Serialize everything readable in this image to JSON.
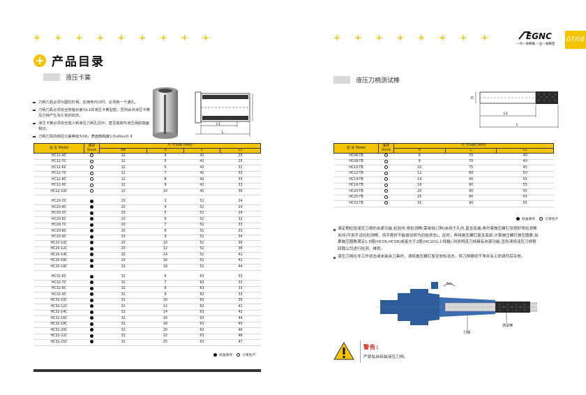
{
  "left": {
    "plus_marks": "+ + + + + + + + +",
    "title": "产品目录",
    "section": "液压卡簧",
    "notes": [
      "刀柄刀具必须为圆柱形柄，在使用内冷时，必须有一个通孔。",
      "刀柄刀具必须完全按轴长度为L1的液压卡簧型腔，否则会对液压卡簧及刀柄产生永久性的损伤。",
      "液压卡簧必须完全插入到液压刀柄孔径中，直至底端与液压柄前端面相切。",
      "刀柄刀具的柄径公差等级为h6，表面粗糙度1.6≤Ra≤0.4"
    ],
    "table": {
      "h_model": "型 号 Model",
      "h_stock": "库存 Stock",
      "h_size": "尺 寸Size (mm)",
      "subs": [
        "dw",
        "d",
        "L",
        "L1"
      ],
      "groups": [
        [
          [
            "HC12-4C",
            "o",
            "12",
            "4",
            "42",
            "25"
          ],
          [
            "HC12-5C",
            "o",
            "12",
            "5",
            "42",
            "25"
          ],
          [
            "HC12-6C",
            "o",
            "12",
            "6",
            "42",
            "32"
          ],
          [
            "HC12-7C",
            "o",
            "12",
            "7",
            "42",
            "33"
          ],
          [
            "HC12-8C",
            "o",
            "12",
            "8",
            "42",
            "33"
          ],
          [
            "HC12-9C",
            "o",
            "12",
            "9",
            "42",
            "33"
          ],
          [
            "HC12-10C",
            "o",
            "12",
            "10",
            "42",
            "36"
          ]
        ],
        [
          [
            "HC20-3C",
            "f",
            "20",
            "3",
            "52",
            "24"
          ],
          [
            "HC20-4C",
            "f",
            "20",
            "4",
            "52",
            "24"
          ],
          [
            "HC20-5C",
            "f",
            "20",
            "5",
            "52",
            "24"
          ],
          [
            "HC20-6C",
            "f",
            "20",
            "6",
            "52",
            "32"
          ],
          [
            "HC20-7C",
            "f",
            "20",
            "7",
            "52",
            "33"
          ],
          [
            "HC20-8C",
            "f",
            "20",
            "8",
            "52",
            "33"
          ],
          [
            "HC20-9C",
            "f",
            "20",
            "9",
            "52",
            "34"
          ],
          [
            "HC20-10C",
            "f",
            "20",
            "10",
            "52",
            "36"
          ],
          [
            "HC20-12C",
            "f",
            "20",
            "12",
            "52",
            "36"
          ],
          [
            "HC20-14C",
            "f",
            "20",
            "14",
            "52",
            "41"
          ],
          [
            "HC20-16C",
            "f",
            "20",
            "16",
            "52",
            "41"
          ],
          [
            "HC20-18C",
            "f",
            "20",
            "18",
            "52",
            "44"
          ]
        ],
        [
          [
            "HC32-6C",
            "f",
            "32",
            "6",
            "63",
            "33"
          ],
          [
            "HC32-7C",
            "f",
            "32",
            "7",
            "63",
            "33"
          ],
          [
            "HC32-8C",
            "f",
            "32",
            "8",
            "63",
            "33"
          ],
          [
            "HC32-9C",
            "f",
            "32",
            "9",
            "63",
            "33"
          ],
          [
            "HC32-10C",
            "f",
            "32",
            "10",
            "63",
            "36"
          ],
          [
            "HC32-12C",
            "f",
            "32",
            "12",
            "63",
            "41"
          ],
          [
            "HC32-14C",
            "f",
            "32",
            "14",
            "63",
            "42"
          ],
          [
            "HC32-16C",
            "f",
            "32",
            "16",
            "63",
            "44"
          ],
          [
            "HC32-18C",
            "f",
            "32",
            "18",
            "63",
            "45"
          ],
          [
            "HC32-20C",
            "f",
            "32",
            "20",
            "63",
            "46"
          ],
          [
            "HC32-22C",
            "f",
            "32",
            "22",
            "63",
            "46"
          ],
          [
            "HC32-25C",
            "f",
            "32",
            "25",
            "63",
            "47"
          ]
        ]
      ]
    },
    "legend_filled": "标准库存",
    "legend_open": "订单生产",
    "drawing_labels": {
      "l1": "L1",
      "l": "L"
    }
  },
  "right": {
    "plus_marks": "+ + + + + + + +",
    "brand": "EGNC",
    "slogan": "一点一滴精确  一丝一毫精密",
    "page_number": "07/08",
    "section": "液压刀柄测试棒",
    "table": {
      "h_model": "型 号 Model",
      "h_stock": "库存 Stock",
      "h_size": "尺 寸Size (mm)",
      "subs": [
        "D",
        "L",
        "L1"
      ],
      "rows": [
        [
          "HC06-TB",
          "o",
          "6",
          "70",
          "40"
        ],
        [
          "HC08-TB",
          "o",
          "8",
          "70",
          "40"
        ],
        [
          "HC10-TB",
          "o",
          "10",
          "75",
          "45"
        ],
        [
          "HC12-TB",
          "o",
          "12",
          "80",
          "50"
        ],
        [
          "HC14-TB",
          "o",
          "14",
          "90",
          "55"
        ],
        [
          "HC16-TB",
          "o",
          "16",
          "90",
          "55"
        ],
        [
          "HC20-TB",
          "o",
          "20",
          "90",
          "55"
        ],
        [
          "HC25-TB",
          "o",
          "25",
          "90",
          "55"
        ],
        [
          "HC32-TB",
          "o",
          "32",
          "90",
          "55"
        ]
      ]
    },
    "legend_filled": "标准库存",
    "legend_open": "订单生产",
    "notes": [
      "请定期检验液压刀柄的夹紧功能,检验时,将检测棒(需单独订购)夹持于孔内,直至底端,再拧紧施压螺钉至刚好将检测棒夹持(可用手试拉检测棒，待手刚好不能拔动即为初始状态)，此时，再将施压螺钉旋至底部,计算施压螺钉施压圈数,如果施压圈数满足1.5圈(HC06,HC08)或者大于2圈(HC10以上规格),则说明该刀柄具有夹紧功能,否则请将液压刀柄寄回我公司进行检测、维修。",
      "液压刀柄在非工作状态或未装夹刀具时，请将施压螺钉旋至放松状态，将刀柄擦拭干净并涂上防锈剂后存放。"
    ],
    "drawing_labels": {
      "d": "D",
      "l1": "L1",
      "l": "L",
      "holder": "刀柄",
      "rod": "测试棒",
      "torque": "Nm"
    },
    "warning_title": "警告:",
    "warning_text": "严禁私自拆装液压刀柄。"
  },
  "colors": {
    "accent": "#f4c400",
    "warning": "#d32020"
  }
}
